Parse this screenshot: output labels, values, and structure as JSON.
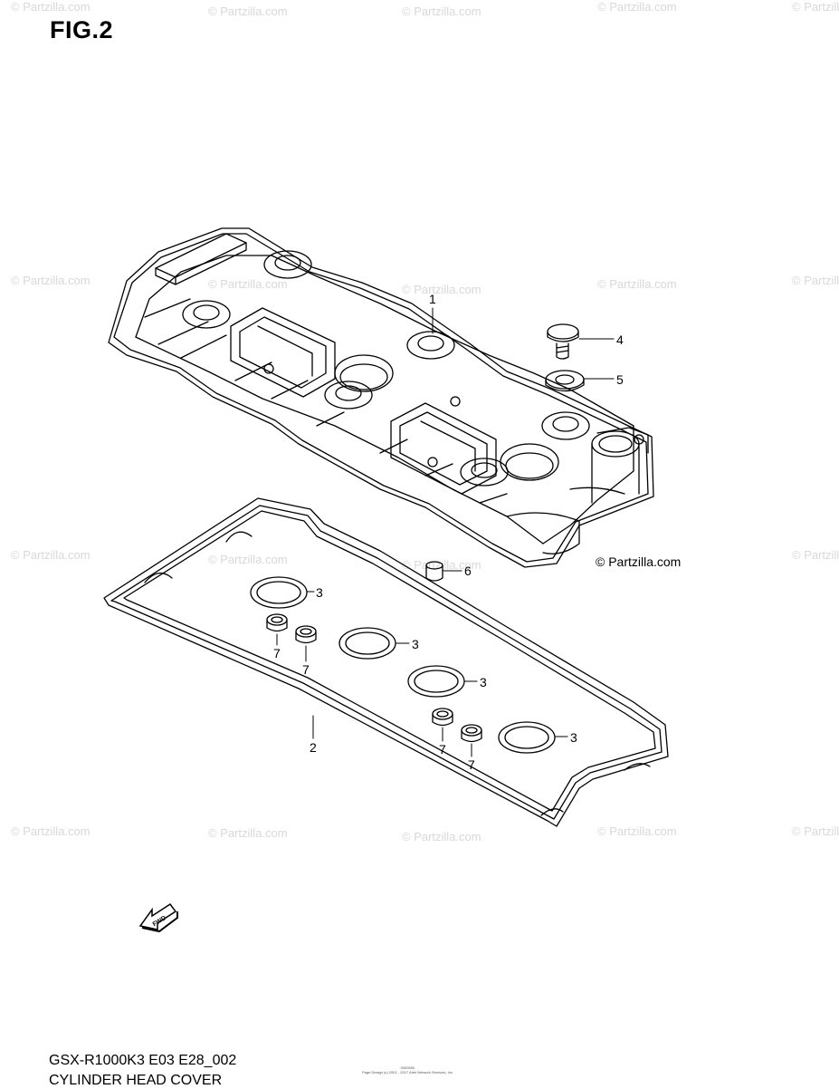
{
  "figure": {
    "title": "FIG.2",
    "model_code": "GSX-R1000K3 E03 E28_002",
    "section_title": "CYLINDER HEAD COVER",
    "copyright_line1": "0000000",
    "copyright_line2": "Page Design (c) 2001 - 2017 Ariel Network Services, Inc.",
    "watermark_text": "© Partzilla.com",
    "credit_text": "© Partzilla.com",
    "fwd_label": "FWD"
  },
  "callouts": [
    {
      "id": "1"
    },
    {
      "id": "2"
    },
    {
      "id": "3"
    },
    {
      "id": "3"
    },
    {
      "id": "3"
    },
    {
      "id": "3"
    },
    {
      "id": "4"
    },
    {
      "id": "5"
    },
    {
      "id": "6"
    },
    {
      "id": "7"
    },
    {
      "id": "7"
    },
    {
      "id": "7"
    },
    {
      "id": "7"
    }
  ]
}
